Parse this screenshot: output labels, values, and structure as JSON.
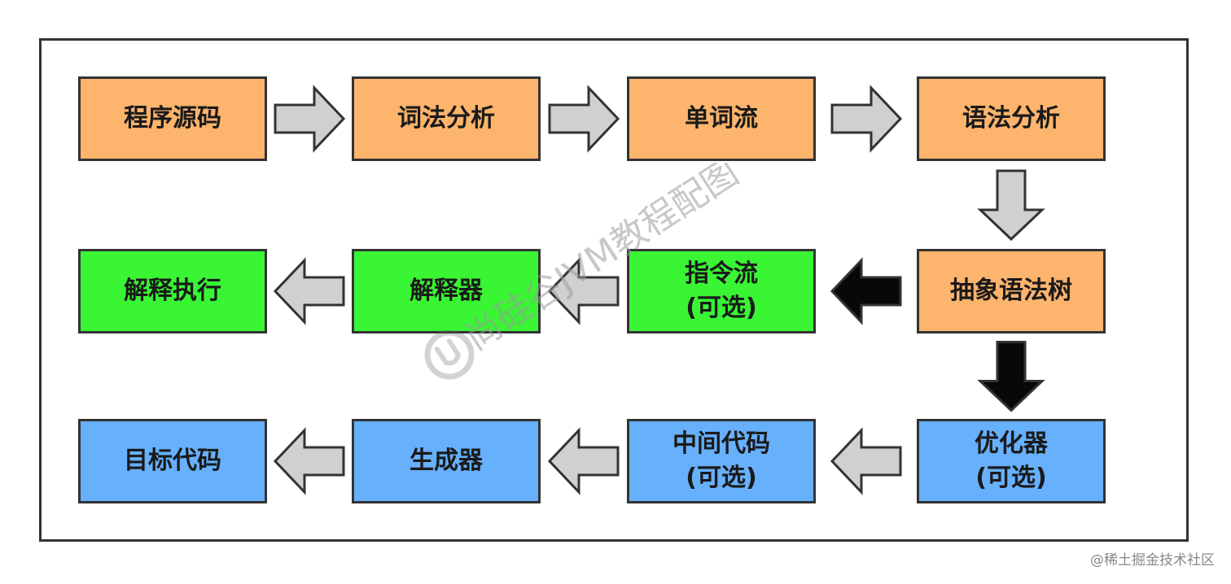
{
  "colors": {
    "frontend": "#FDB46C",
    "interpreter": "#39F534",
    "compiler": "#66B0FC",
    "arrow_fill": "#D0D0D0",
    "arrow_dark": "#080808",
    "border": "#333333"
  },
  "nodes": [
    {
      "id": "source",
      "label": "程序源码",
      "color": "frontend"
    },
    {
      "id": "lexer",
      "label": "词法分析",
      "color": "frontend"
    },
    {
      "id": "tokens",
      "label": "单词流",
      "color": "frontend"
    },
    {
      "id": "parser",
      "label": "语法分析",
      "color": "frontend"
    },
    {
      "id": "ast",
      "label": "抽象语法树",
      "color": "frontend"
    },
    {
      "id": "bytecode",
      "label": "指令流\n(可选)",
      "color": "interpreter"
    },
    {
      "id": "interpreter",
      "label": "解释器",
      "color": "interpreter"
    },
    {
      "id": "execute",
      "label": "解释执行",
      "color": "interpreter"
    },
    {
      "id": "optimizer",
      "label": "优化器\n(可选)",
      "color": "compiler"
    },
    {
      "id": "ir",
      "label": "中间代码\n(可选)",
      "color": "compiler"
    },
    {
      "id": "generator",
      "label": "生成器",
      "color": "compiler"
    },
    {
      "id": "target",
      "label": "目标代码",
      "color": "compiler"
    }
  ],
  "edges": [
    {
      "from": "source",
      "to": "lexer",
      "style": "light"
    },
    {
      "from": "lexer",
      "to": "tokens",
      "style": "light"
    },
    {
      "from": "tokens",
      "to": "parser",
      "style": "light"
    },
    {
      "from": "parser",
      "to": "ast",
      "style": "light"
    },
    {
      "from": "ast",
      "to": "bytecode",
      "style": "dark"
    },
    {
      "from": "bytecode",
      "to": "interpreter",
      "style": "light"
    },
    {
      "from": "interpreter",
      "to": "execute",
      "style": "light"
    },
    {
      "from": "ast",
      "to": "optimizer",
      "style": "dark"
    },
    {
      "from": "optimizer",
      "to": "ir",
      "style": "light"
    },
    {
      "from": "ir",
      "to": "generator",
      "style": "light"
    },
    {
      "from": "generator",
      "to": "target",
      "style": "light"
    }
  ],
  "watermark": {
    "text": "尚硅谷JVM教程配图"
  },
  "credit": "@稀土掘金技术社区"
}
